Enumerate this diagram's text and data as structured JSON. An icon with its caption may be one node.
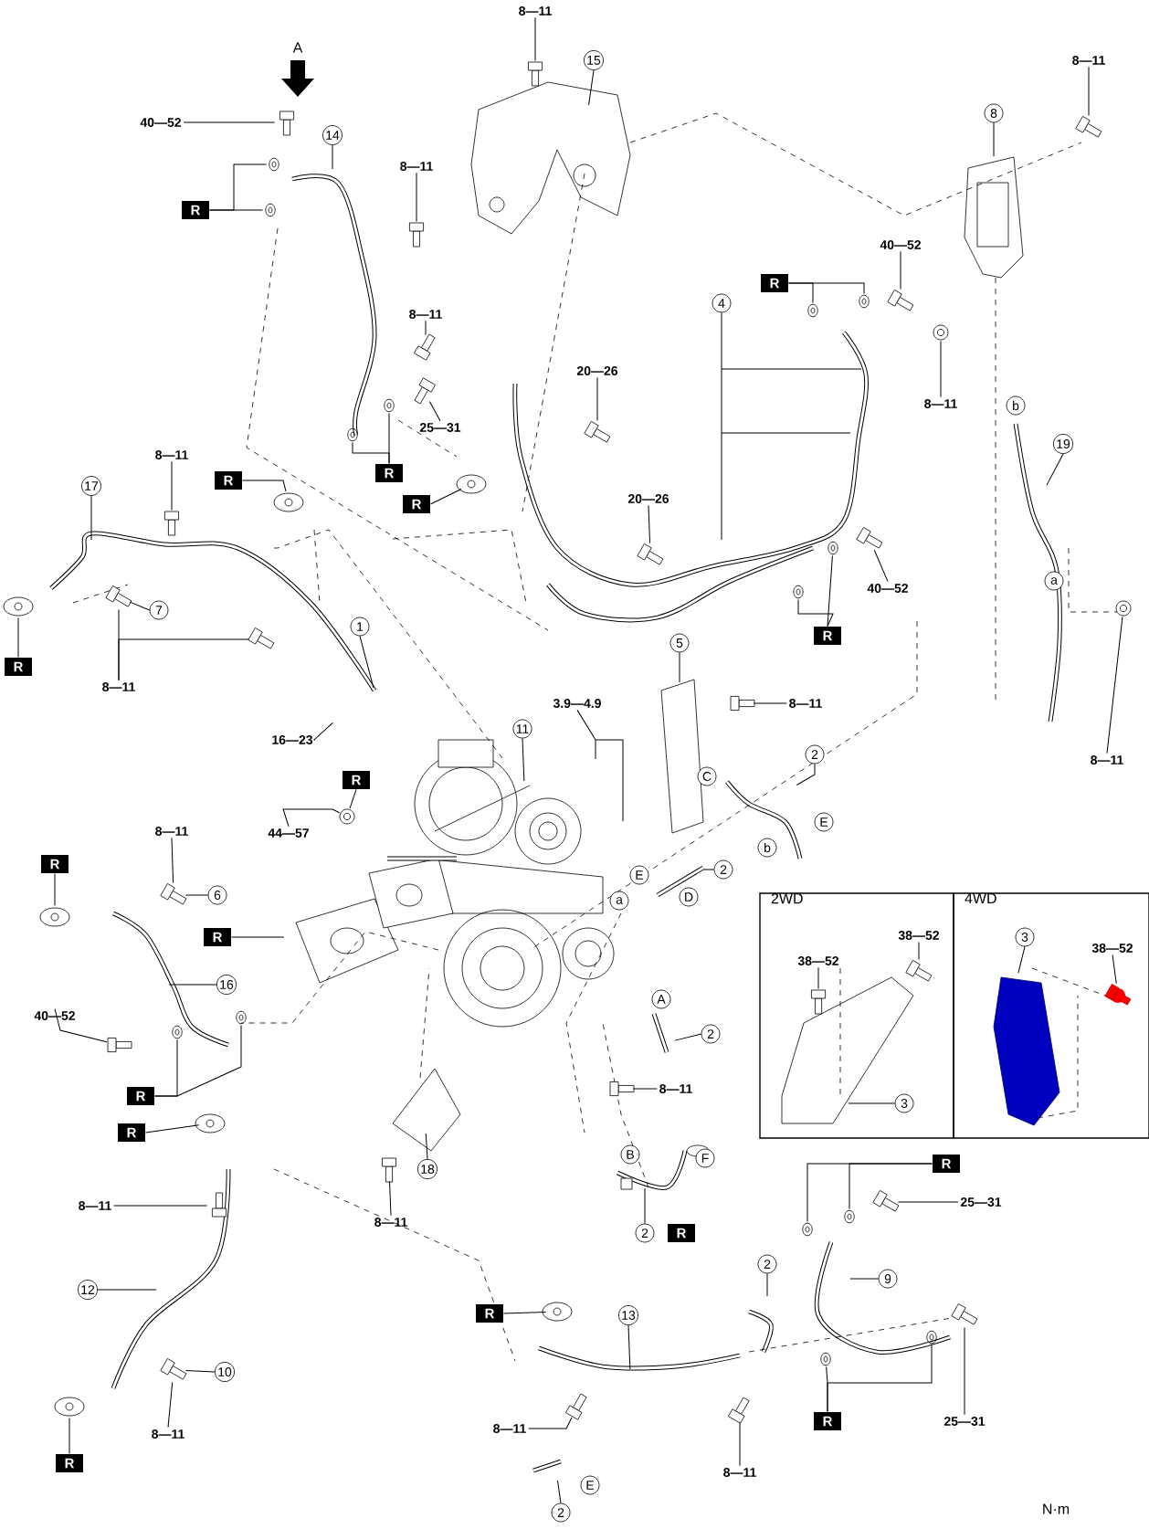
{
  "diagram": {
    "nodes": [
      {
        "text": [
          "40—52"
        ]
      },
      {
        "text": [
          "14"
        ]
      },
      {
        "text": [
          "R"
        ]
      },
      {
        "text": [
          "8—11"
        ]
      },
      {
        "text": [
          "15"
        ]
      },
      {
        "text": [
          "8—11"
        ]
      },
      {
        "text": [
          "8—11"
        ]
      },
      {
        "text": [
          "25—31"
        ]
      },
      {
        "text": [
          "R"
        ]
      },
      {
        "text": [
          "8—11"
        ]
      },
      {
        "text": [
          "17"
        ]
      },
      {
        "text": [
          "R"
        ]
      },
      {
        "text": [
          "R"
        ]
      },
      {
        "text": [
          "8—11"
        ]
      },
      {
        "text": [
          "8"
        ]
      },
      {
        "text": [
          "40—52"
        ]
      },
      {
        "text": [
          "R"
        ]
      },
      {
        "text": [
          "4"
        ]
      },
      {
        "text": [
          "8—11"
        ]
      },
      {
        "text": [
          "20—26"
        ]
      },
      {
        "text": [
          "20—26"
        ]
      },
      {
        "text": [
          "19"
        ]
      },
      {
        "text": [
          "40—52"
        ]
      },
      {
        "text": [
          "R"
        ]
      },
      {
        "text": [
          "8—11"
        ]
      },
      {
        "text": [
          "5"
        ]
      },
      {
        "text": [
          "3.9—4.9"
        ]
      },
      {
        "text": [
          "8—11"
        ]
      },
      {
        "text": [
          "2"
        ]
      },
      {
        "text": [
          "2"
        ]
      },
      {
        "text": [
          "7"
        ]
      },
      {
        "text": [
          "8—11"
        ]
      },
      {
        "text": [
          "R"
        ]
      },
      {
        "text": [
          "1"
        ]
      },
      {
        "text": [
          "16—23"
        ]
      },
      {
        "text": [
          "11"
        ]
      },
      {
        "text": [
          "R"
        ]
      },
      {
        "text": [
          "44—57"
        ]
      },
      {
        "text": [
          "8—11"
        ]
      },
      {
        "text": [
          "6"
        ]
      },
      {
        "text": [
          "R"
        ]
      },
      {
        "text": [
          "R"
        ]
      },
      {
        "text": [
          "16"
        ]
      },
      {
        "text": [
          "40—52"
        ]
      },
      {
        "text": [
          "R"
        ]
      },
      {
        "text": [
          "R"
        ]
      },
      {
        "text": [
          "8—11"
        ]
      },
      {
        "text": [
          "12"
        ]
      },
      {
        "text": [
          "10"
        ]
      },
      {
        "text": [
          "8—11"
        ]
      },
      {
        "text": [
          "R"
        ]
      },
      {
        "text": [
          "18"
        ]
      },
      {
        "text": [
          "8—11"
        ]
      },
      {
        "text": [
          "R"
        ]
      },
      {
        "text": [
          "8—11"
        ]
      },
      {
        "text": [
          "2"
        ]
      },
      {
        "text": [
          "2"
        ]
      },
      {
        "text": [
          "8—11"
        ]
      },
      {
        "text": [
          "2"
        ]
      },
      {
        "text": [
          "R"
        ]
      },
      {
        "text": [
          "R"
        ]
      },
      {
        "text": [
          "25—31"
        ]
      },
      {
        "text": [
          "9"
        ]
      },
      {
        "text": [
          "2"
        ]
      },
      {
        "text": [
          "13"
        ]
      },
      {
        "text": [
          "R"
        ]
      },
      {
        "text": [
          "25—31"
        ]
      },
      {
        "text": [
          "8—11"
        ]
      },
      {
        "text": [
          "2WD"
        ]
      },
      {
        "text": [
          "4WD"
        ]
      },
      {
        "text": [
          "38—52"
        ],
        "in": 68
      },
      {
        "text": [
          "38—52"
        ],
        "in": 68
      },
      {
        "text": [
          "3"
        ],
        "in": 68
      },
      {
        "text": [
          "3"
        ],
        "in": 69
      },
      {
        "text": [
          "38—52"
        ],
        "in": 69
      },
      {
        "text": [
          "b"
        ]
      },
      {
        "text": [
          "a"
        ]
      },
      {
        "text": [
          "C"
        ]
      },
      {
        "text": [
          "E"
        ]
      },
      {
        "text": [
          "b"
        ]
      },
      {
        "text": [
          "E"
        ]
      },
      {
        "text": [
          "D"
        ]
      },
      {
        "text": [
          "a"
        ]
      },
      {
        "text": [
          "A"
        ]
      },
      {
        "text": [
          "B"
        ]
      },
      {
        "text": [
          "F"
        ]
      },
      {
        "text": [
          "E"
        ]
      },
      {
        "text": [],
        "shape": "bolt"
      },
      {
        "text": [],
        "shape": "bolt"
      },
      {
        "text": [],
        "shape": "bolt"
      },
      {
        "text": [],
        "shape": "bolt"
      },
      {
        "text": [],
        "shape": "bolt"
      },
      {
        "text": [],
        "shape": "bolt"
      },
      {
        "text": [],
        "shape": "bolt"
      },
      {
        "text": [],
        "shape": "bolt"
      },
      {
        "text": [],
        "shape": "bolt"
      },
      {
        "text": [],
        "shape": "bolt"
      },
      {
        "text": [],
        "shape": "bolt"
      },
      {
        "text": [],
        "shape": "bolt"
      },
      {
        "text": [],
        "shape": "bolt"
      },
      {
        "text": [],
        "shape": "bolt"
      },
      {
        "text": [],
        "shape": "bolt"
      },
      {
        "text": [],
        "shape": "bolt"
      },
      {
        "text": [],
        "shape": "bolt"
      },
      {
        "text": [],
        "shape": "bolt"
      },
      {
        "text": [],
        "shape": "bolt"
      },
      {
        "text": [],
        "shape": "bolt"
      },
      {
        "text": [],
        "shape": "bolt"
      },
      {
        "text": [],
        "shape": "bolt"
      },
      {
        "text": [],
        "shape": "bolt"
      },
      {
        "text": [],
        "shape": "bolt"
      },
      {
        "text": [],
        "shape": "bolt",
        "in": 68
      },
      {
        "text": [],
        "shape": "bolt",
        "in": 68
      },
      {
        "text": [],
        "shape": "bolt",
        "in": 69
      },
      {
        "text": [],
        "shape": "nut"
      },
      {
        "text": [],
        "shape": "nut"
      },
      {
        "text": [],
        "shape": "nut"
      },
      {
        "text": [],
        "shape": "washer"
      },
      {
        "text": [],
        "shape": "washer"
      },
      {
        "text": [],
        "shape": "washer"
      },
      {
        "text": [],
        "shape": "washer"
      },
      {
        "text": [],
        "shape": "washer"
      },
      {
        "text": [],
        "shape": "washer"
      },
      {
        "text": [],
        "shape": "washer"
      },
      {
        "text": [],
        "shape": "washer"
      },
      {
        "text": [],
        "shape": "washer"
      },
      {
        "text": [],
        "shape": "washer"
      },
      {
        "text": [],
        "shape": "washer"
      },
      {
        "text": [],
        "shape": "washer"
      },
      {
        "text": [],
        "shape": "washer"
      },
      {
        "text": [],
        "shape": "washer"
      },
      {
        "text": [],
        "shape": "gasket"
      },
      {
        "text": [],
        "shape": "gasket"
      },
      {
        "text": [],
        "shape": "gasket"
      },
      {
        "text": [],
        "shape": "gasket"
      },
      {
        "text": [],
        "shape": "gasket"
      },
      {
        "text": [],
        "shape": "gasket"
      },
      {
        "text": [],
        "shape": "gasket"
      }
    ],
    "edges": [
      {
        "from": 0,
        "to": 87,
        "arrow": "none"
      },
      {
        "from": 1,
        "to": null,
        "arrow": "none"
      },
      {
        "from": 2,
        "to": 117,
        "arrow": "none"
      },
      {
        "from": 2,
        "to": 118,
        "arrow": "none"
      },
      {
        "from": 3,
        "to": 88,
        "arrow": "none"
      },
      {
        "from": 4,
        "to": null,
        "arrow": "none"
      },
      {
        "from": 5,
        "to": 89,
        "arrow": "none"
      },
      {
        "from": 6,
        "to": 90,
        "arrow": "none"
      },
      {
        "from": 7,
        "to": 91,
        "arrow": "none"
      },
      {
        "from": 8,
        "to": 119,
        "arrow": "none"
      },
      {
        "from": 8,
        "to": 120,
        "arrow": "none"
      },
      {
        "from": 9,
        "to": 92,
        "arrow": "none"
      },
      {
        "from": 10,
        "to": null,
        "arrow": "none"
      },
      {
        "from": 11,
        "to": 132,
        "arrow": "none"
      },
      {
        "from": 12,
        "to": 133,
        "arrow": "none"
      },
      {
        "from": 13,
        "to": 93,
        "arrow": "none"
      },
      {
        "from": 14,
        "to": null,
        "arrow": "none"
      },
      {
        "from": 15,
        "to": 94,
        "arrow": "none"
      },
      {
        "from": 16,
        "to": 121,
        "arrow": "none"
      },
      {
        "from": 16,
        "to": 122,
        "arrow": "none"
      },
      {
        "from": 17,
        "to": null,
        "arrow": "none"
      },
      {
        "from": 18,
        "to": 114,
        "arrow": "none"
      },
      {
        "from": 19,
        "to": 95,
        "arrow": "none"
      },
      {
        "from": 20,
        "to": 96,
        "arrow": "none"
      },
      {
        "from": 21,
        "to": null,
        "arrow": "none"
      },
      {
        "from": 22,
        "to": 97,
        "arrow": "none"
      },
      {
        "from": 23,
        "to": 123,
        "arrow": "none"
      },
      {
        "from": 23,
        "to": 124,
        "arrow": "none"
      },
      {
        "from": 24,
        "to": 115,
        "arrow": "none"
      },
      {
        "from": 25,
        "to": null,
        "arrow": "none"
      },
      {
        "from": 26,
        "to": null,
        "arrow": "none"
      },
      {
        "from": 27,
        "to": 98,
        "arrow": "none"
      },
      {
        "from": 28,
        "to": null,
        "arrow": "none"
      },
      {
        "from": 29,
        "to": null,
        "arrow": "none"
      },
      {
        "from": 30,
        "to": 99,
        "arrow": "none"
      },
      {
        "from": 31,
        "to": 99,
        "arrow": "none"
      },
      {
        "from": 31,
        "to": 100,
        "arrow": "none"
      },
      {
        "from": 32,
        "to": 131,
        "arrow": "none"
      },
      {
        "from": 33,
        "to": null,
        "arrow": "none"
      },
      {
        "from": 34,
        "to": null,
        "arrow": "none"
      },
      {
        "from": 35,
        "to": null,
        "arrow": "none"
      },
      {
        "from": 36,
        "to": 116,
        "arrow": "none"
      },
      {
        "from": 37,
        "to": 116,
        "arrow": "none"
      },
      {
        "from": 38,
        "to": 101,
        "arrow": "none"
      },
      {
        "from": 39,
        "to": 101,
        "arrow": "none"
      },
      {
        "from": 40,
        "to": 134,
        "arrow": "none"
      },
      {
        "from": 41,
        "to": null,
        "arrow": "none"
      },
      {
        "from": 42,
        "to": null,
        "arrow": "none"
      },
      {
        "from": 43,
        "to": 102,
        "arrow": "none"
      },
      {
        "from": 44,
        "to": 125,
        "arrow": "none"
      },
      {
        "from": 44,
        "to": 126,
        "arrow": "none"
      },
      {
        "from": 45,
        "to": 135,
        "arrow": "none"
      },
      {
        "from": 46,
        "to": 103,
        "arrow": "none"
      },
      {
        "from": 47,
        "to": null,
        "arrow": "none"
      },
      {
        "from": 48,
        "to": 104,
        "arrow": "none"
      },
      {
        "from": 49,
        "to": 104,
        "arrow": "none"
      },
      {
        "from": 50,
        "to": 136,
        "arrow": "none"
      },
      {
        "from": 51,
        "to": null,
        "arrow": "none"
      },
      {
        "from": 52,
        "to": 105,
        "arrow": "none"
      },
      {
        "from": 53,
        "to": 137,
        "arrow": "none"
      },
      {
        "from": 54,
        "to": 106,
        "arrow": "none"
      },
      {
        "from": 55,
        "to": null,
        "arrow": "none"
      },
      {
        "from": 56,
        "to": null,
        "arrow": "none"
      },
      {
        "from": 57,
        "to": 107,
        "arrow": "none"
      },
      {
        "from": 58,
        "to": null,
        "arrow": "none"
      },
      {
        "from": 60,
        "to": 127,
        "arrow": "none"
      },
      {
        "from": 60,
        "to": 128,
        "arrow": "none"
      },
      {
        "from": 61,
        "to": 108,
        "arrow": "none"
      },
      {
        "from": 62,
        "to": null,
        "arrow": "none"
      },
      {
        "from": 63,
        "to": null,
        "arrow": "none"
      },
      {
        "from": 64,
        "to": null,
        "arrow": "none"
      },
      {
        "from": 65,
        "to": 129,
        "arrow": "none"
      },
      {
        "from": 65,
        "to": 130,
        "arrow": "none"
      },
      {
        "from": 66,
        "to": 109,
        "arrow": "none"
      },
      {
        "from": 67,
        "to": 110,
        "arrow": "none"
      },
      {
        "from": 70,
        "to": 111,
        "arrow": "none"
      },
      {
        "from": 71,
        "to": 112,
        "arrow": "none"
      },
      {
        "from": 72,
        "to": null,
        "arrow": "none"
      },
      {
        "from": 73,
        "to": null,
        "arrow": "none"
      },
      {
        "from": 74,
        "to": 113,
        "arrow": "none"
      }
    ],
    "labels": [
      "A",
      "N·m"
    ]
  }
}
